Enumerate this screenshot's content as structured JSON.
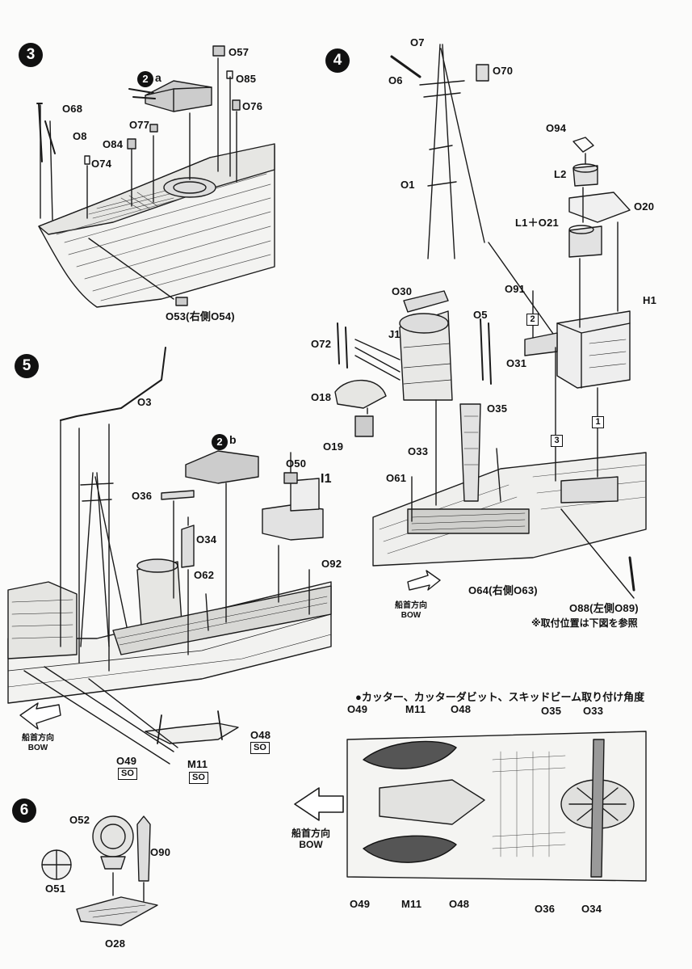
{
  "steps": {
    "s3": "3",
    "s4": "4",
    "s5": "5",
    "s6": "6"
  },
  "subassy": {
    "a_num": "2",
    "a_let": "a",
    "b_num": "2",
    "b_let": "b"
  },
  "step3": {
    "parts": [
      "O57",
      "O85",
      "O76",
      "O68",
      "O8",
      "O77",
      "O84",
      "O74"
    ],
    "bottom_label": "O53(右側O54)"
  },
  "step4": {
    "parts": [
      "O7",
      "O70",
      "O6",
      "O94",
      "L2",
      "O20",
      "L1＋O21",
      "O1",
      "O30",
      "O91",
      "O5",
      "H1",
      "J1",
      "O72",
      "O31",
      "O18",
      "O19",
      "O35",
      "O33",
      "O61"
    ],
    "ref_boxes": [
      "2",
      "3",
      "1"
    ],
    "bottom_label_1": "O64(右側O63)",
    "bottom_label_2": "O88(左側O89)",
    "note": "※取付位置は下図を参照"
  },
  "step5": {
    "parts": [
      "O3",
      "O50",
      "I1",
      "O36",
      "O34",
      "O92",
      "O62",
      "O48",
      "O49",
      "M11"
    ],
    "codes": [
      "SO",
      "SO",
      "SO"
    ]
  },
  "bow": {
    "jp": "船首方向",
    "en": "BOW"
  },
  "detail": {
    "title": "●カッター、カッターダビット、スキッドビーム取り付け角度",
    "top_labels": [
      "O49",
      "M11",
      "O48",
      "O35",
      "O33"
    ],
    "bottom_labels": [
      "O49",
      "M11",
      "O48",
      "O36",
      "O34"
    ]
  },
  "step6": {
    "parts": [
      "O52",
      "O90",
      "O51",
      "O28"
    ]
  }
}
